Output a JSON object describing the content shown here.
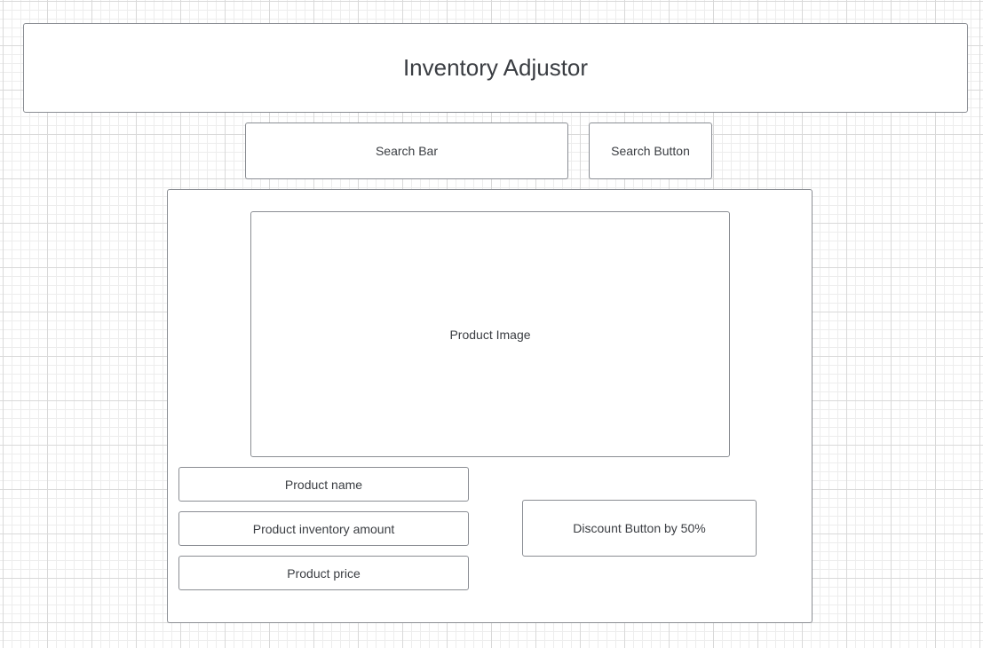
{
  "header": {
    "title": "Inventory Adjustor"
  },
  "search": {
    "bar_label": "Search Bar",
    "button_label": "Search Button"
  },
  "product": {
    "image_label": "Product Image",
    "name_label": "Product name",
    "inventory_label": "Product inventory amount",
    "price_label": "Product price",
    "discount_button_label": "Discount Button by 50%"
  }
}
